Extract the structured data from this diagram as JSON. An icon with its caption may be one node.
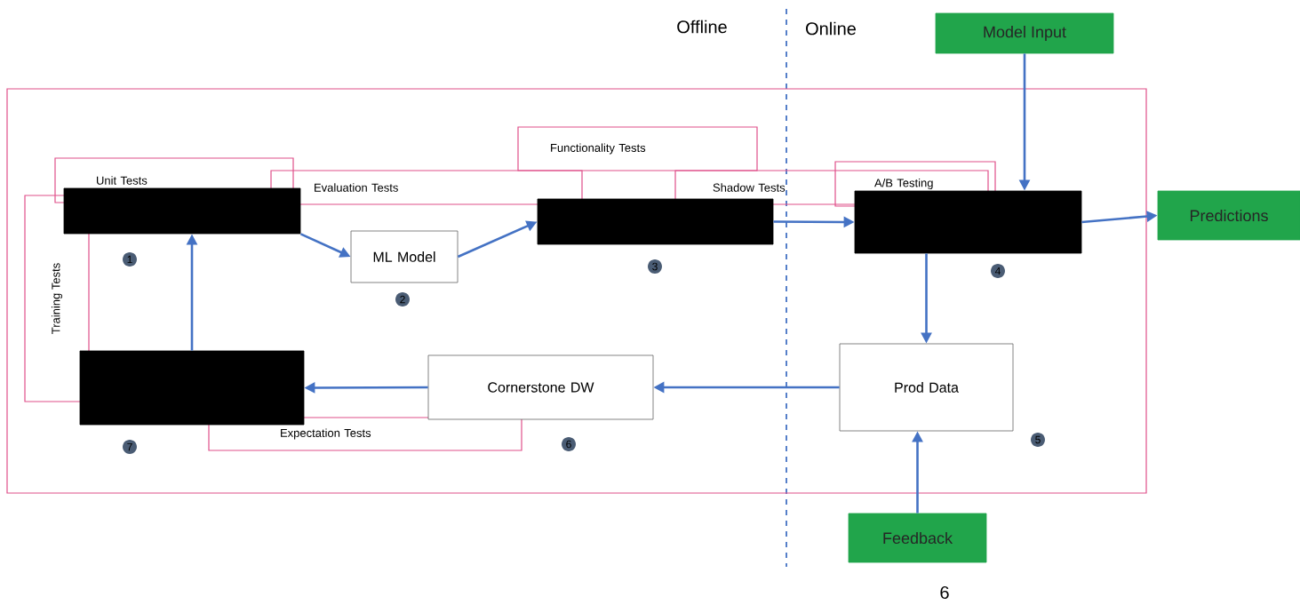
{
  "diagram": {
    "nodes": [
      {
        "text": [],
        "shape": "box"
      },
      {
        "text": [
          "Unit Tests"
        ],
        "in": 0
      },
      {
        "text": [
          "Evaluation Tests"
        ],
        "in": 0
      },
      {
        "text": [
          "Functionality Tests"
        ],
        "in": 0
      },
      {
        "text": [
          "Shadow Tests"
        ],
        "in": 0
      },
      {
        "text": [
          "A/B Testing"
        ],
        "in": 0
      },
      {
        "text": [
          "Training Tests"
        ],
        "in": 0
      },
      {
        "text": [
          "Expectation Tests"
        ],
        "in": 0
      },
      {
        "text": [],
        "shape": "box",
        "beside": [
          "1"
        ],
        "in": 0
      },
      {
        "text": [
          "ML Model"
        ],
        "beside": [
          "2"
        ],
        "in": 0
      },
      {
        "text": [],
        "shape": "box",
        "beside": [
          "3"
        ],
        "in": 0
      },
      {
        "text": [],
        "shape": "box",
        "beside": [
          "4"
        ],
        "in": 0
      },
      {
        "text": [
          "Prod Data"
        ],
        "beside": [
          "5"
        ],
        "in": 0
      },
      {
        "text": [
          "Cornerstone DW"
        ],
        "beside": [
          "6"
        ],
        "in": 0
      },
      {
        "text": [],
        "shape": "box",
        "beside": [
          "7"
        ],
        "in": 0
      },
      {
        "text": [
          "Model Input"
        ]
      },
      {
        "text": [
          "Predictions"
        ]
      },
      {
        "text": [
          "Feedback"
        ]
      }
    ],
    "edges": [
      {
        "from": 8,
        "to": 9,
        "arrow": "to"
      },
      {
        "from": 9,
        "to": 10,
        "arrow": "to"
      },
      {
        "from": 10,
        "to": 11,
        "arrow": "to"
      },
      {
        "from": 15,
        "to": 11,
        "arrow": "to"
      },
      {
        "from": 11,
        "to": 16,
        "arrow": "to"
      },
      {
        "from": 11,
        "to": 12,
        "arrow": "to"
      },
      {
        "from": 17,
        "to": 12,
        "arrow": "to"
      },
      {
        "from": 12,
        "to": 13,
        "arrow": "to"
      },
      {
        "from": 13,
        "to": 14,
        "arrow": "to"
      },
      {
        "from": 14,
        "to": 8,
        "arrow": "to"
      }
    ],
    "labels": [
      "Offline",
      "Online",
      "6"
    ]
  }
}
